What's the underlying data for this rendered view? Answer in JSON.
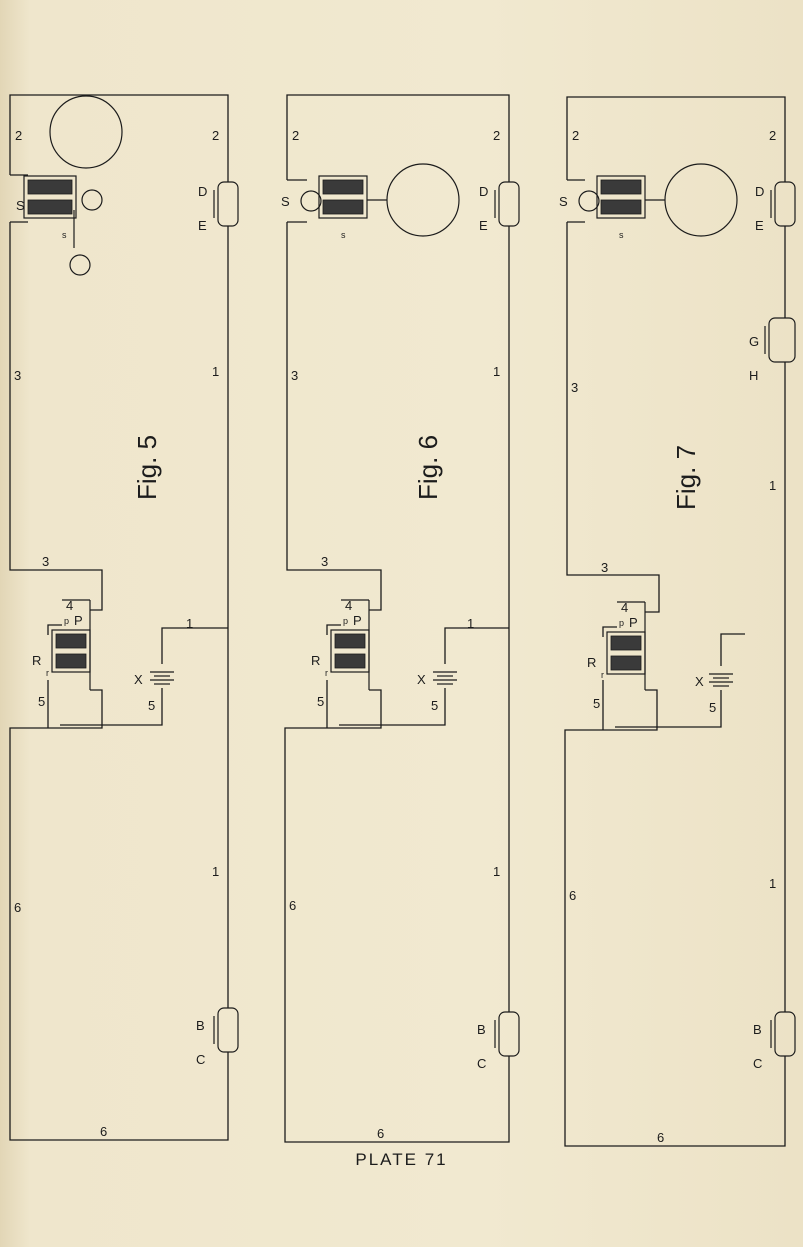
{
  "plate_caption": "PLATE 71",
  "figures": [
    {
      "title": "Fig. 5",
      "labels": {
        "wire2_top": "2",
        "wire2_bottom": "2",
        "wire3_top": "3",
        "wire3_mid": "3",
        "wire1_a": "1",
        "wire1_b": "1",
        "wire1_c": "1",
        "wire4": "4",
        "wire5_a": "5",
        "wire5_b": "5",
        "wire6_top": "6",
        "wire6_bottom": "6",
        "sounder": "S",
        "sounder_small": "s",
        "relay": "R",
        "relay_small": "r",
        "contact_p": "P",
        "contact_p2": "p",
        "battery": "X",
        "key_d": "D",
        "key_e": "E",
        "key_b": "B",
        "key_c": "C"
      }
    },
    {
      "title": "Fig. 6",
      "labels": {
        "wire2_top": "2",
        "wire2_bottom": "2",
        "wire3_top": "3",
        "wire3_mid": "3",
        "wire1_a": "1",
        "wire1_b": "1",
        "wire1_c": "1",
        "wire4": "4",
        "wire5_a": "5",
        "wire5_b": "5",
        "wire6_top": "6",
        "wire6_bottom": "6",
        "sounder": "S",
        "sounder_small": "s",
        "relay": "R",
        "relay_small": "r",
        "contact_p": "P",
        "contact_p2": "p",
        "battery": "X",
        "key_d": "D",
        "key_e": "E",
        "key_b": "B",
        "key_c": "C"
      }
    },
    {
      "title": "Fig. 7",
      "labels": {
        "wire2_top": "2",
        "wire2_bottom": "2",
        "wire3_top": "3",
        "wire3_mid": "3",
        "wire1_a": "1",
        "wire1_b": "1",
        "wire4": "4",
        "wire5_a": "5",
        "wire5_b": "5",
        "wire6_top": "6",
        "wire6_bottom": "6",
        "sounder": "S",
        "sounder_small": "s",
        "relay": "R",
        "relay_small": "r",
        "contact_p": "P",
        "contact_p2": "p",
        "battery": "X",
        "key_d": "D",
        "key_e": "E",
        "key_g": "G",
        "key_h": "H",
        "key_b": "B",
        "key_c": "C"
      }
    }
  ]
}
